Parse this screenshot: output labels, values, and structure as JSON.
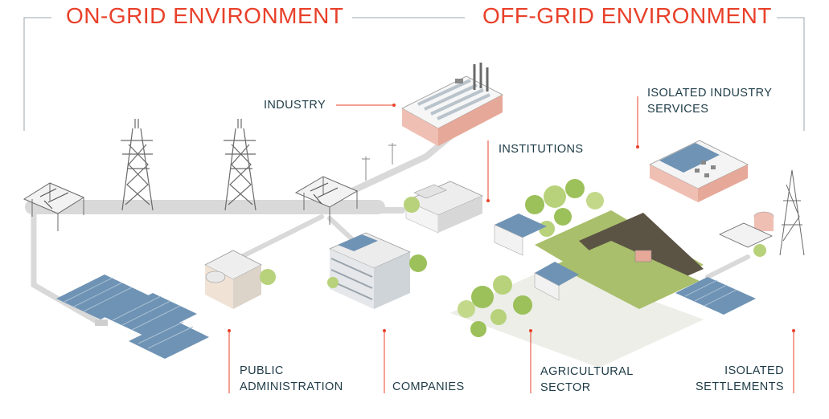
{
  "headings": {
    "on_grid": "ON-GRID ENVIRONMENT",
    "off_grid": "OFF-GRID ENVIRONMENT"
  },
  "labels": {
    "industry": "INDUSTRY",
    "institutions": "INSTITUTIONS",
    "isolated_industry": {
      "line1": "ISOLATED INDUSTRY",
      "line2": "SERVICES"
    },
    "public_administration": {
      "line1": "PUBLIC",
      "line2": "ADMINISTRATION"
    },
    "companies": "COMPANIES",
    "agricultural": {
      "line1": "AGRICULTURAL",
      "line2": "SECTOR"
    },
    "isolated_settlements": {
      "line1": "ISOLATED",
      "line2": "SETTLEMENTS"
    }
  },
  "colors": {
    "accent": "#e8402a",
    "label_text": "#1e3b47",
    "grid_road": "#d9d9d9",
    "solar_panel": "#6f93b4",
    "field_green": "#a9bf6b",
    "field_brown": "#5b5344",
    "tree_green": "#9cc05a",
    "bracket_gray": "#9aa6ab"
  }
}
